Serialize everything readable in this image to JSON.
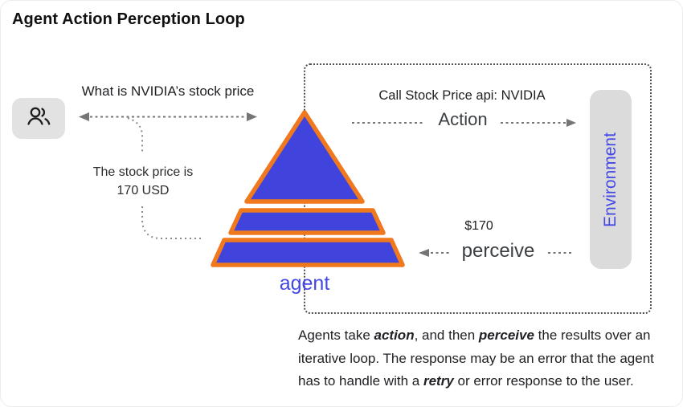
{
  "title": "Agent Action Perception Loop",
  "left": {
    "question": "What is NVIDIA’s stock price",
    "answer_line1": "The stock price is",
    "answer_line2": "170 USD"
  },
  "loop_box": {
    "api_call": "Call Stock Price api: NVIDIA",
    "action_label": "Action",
    "price_value": "$170",
    "perceive_label": "perceive"
  },
  "agent_label": "agent",
  "environment_label": "Environment",
  "caption": {
    "segments": [
      {
        "text": "Agents take ",
        "em": false
      },
      {
        "text": "action",
        "em": true
      },
      {
        "text": ", and then ",
        "em": false
      },
      {
        "text": "perceive",
        "em": true
      },
      {
        "text": " the results over an iterative loop. The response may be an error that the agent has to handle with a ",
        "em": false
      },
      {
        "text": "retry",
        "em": true
      },
      {
        "text": " or error response to the user.",
        "em": false
      }
    ]
  },
  "colors": {
    "pyramid_fill": "#4144DC",
    "pyramid_stroke": "#F0791D",
    "label_blue": "#4348E4",
    "arrow_gray": "#757575",
    "box_gray": "#E2E2E2"
  },
  "icons": {
    "user": "users-icon"
  }
}
